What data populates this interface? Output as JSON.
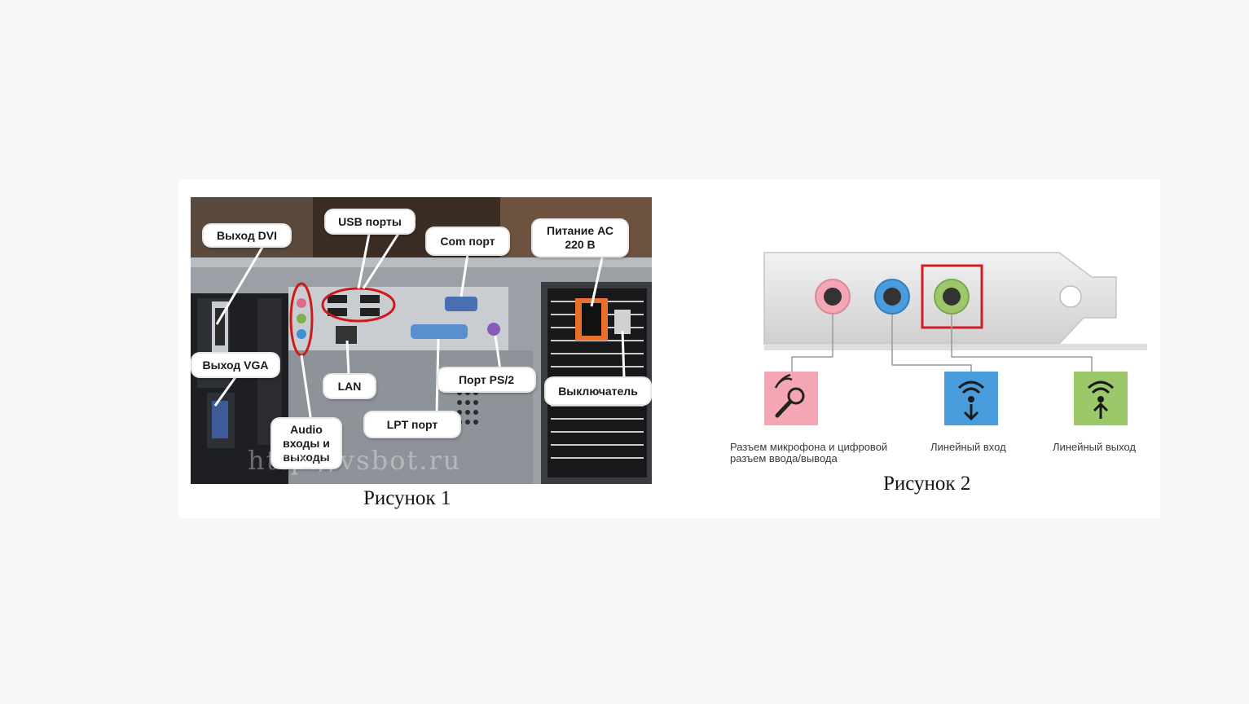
{
  "figure1": {
    "caption": "Рисунок 1",
    "watermark": "http://vsbot.ru",
    "labels": {
      "dvi": "Выход DVI",
      "usb": "USB порты",
      "com": "Com порт",
      "power_line1": "Питание АС",
      "power_line2": "220 В",
      "vga": "Выход VGA",
      "lan": "LAN",
      "ps2": "Порт PS/2",
      "switch": "Выключатель",
      "audio_line1": "Audio",
      "audio_line2": "входы и",
      "audio_line3": "выходы",
      "lpt": "LPT порт"
    },
    "colors": {
      "highlight": "#cc1a1a",
      "audio_pink": "#e06a8a",
      "audio_green": "#7bb04a",
      "audio_blue": "#3f8fd1",
      "ps2_purple": "#8a5ab8",
      "lpt_blue": "#5a8fcf",
      "psu_orange": "#e8702a"
    }
  },
  "figure2": {
    "caption": "Рисунок 2",
    "jacks": [
      {
        "label_line1": "Разъем микрофона и цифровой",
        "label_line2": "разъем ввода/вывода",
        "color": "#f4a6b5",
        "icon": "microphone-icon"
      },
      {
        "label_line1": "Линейный вход",
        "label_line2": "",
        "color": "#4a9ddc",
        "icon": "line-in-icon"
      },
      {
        "label_line1": "Линейный выход",
        "label_line2": "",
        "color": "#9cc86a",
        "icon": "line-out-icon"
      }
    ],
    "colors": {
      "highlight": "#d11d24",
      "bracket": "#d9d9d9"
    }
  }
}
